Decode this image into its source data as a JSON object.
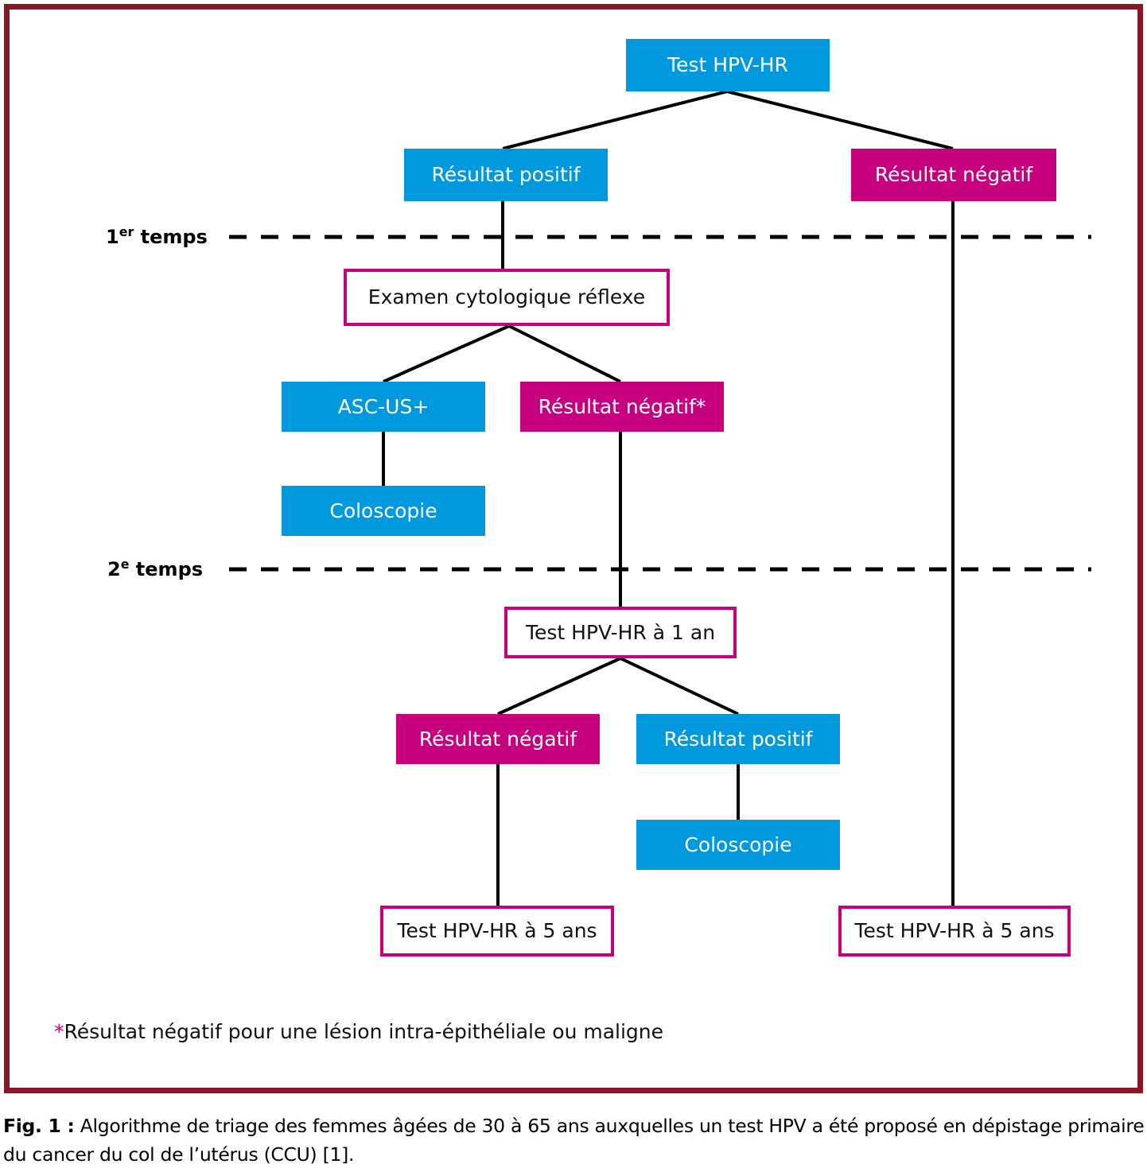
{
  "figure": {
    "caption_label": "Fig. 1 :",
    "caption_text": " Algorithme de triage des femmes âgées de 30 à 65 ans auxquelles un test HPV a été proposé en dépistage primaire du cancer du col de l’utérus (CCU) [1].",
    "footnote_star": "*",
    "footnote_text": "Résultat négatif pour une lésion intra-épithéliale ou maligne"
  },
  "colors": {
    "frame": "#8c1526",
    "blue": "#0099dd",
    "pink": "#c6007e",
    "connector": "#000000",
    "text_on_fill": "#ffffff",
    "text_dark": "#111111"
  },
  "phases": [
    {
      "id": "phase-1",
      "number": "1",
      "ordinal": "er",
      "word": " temps"
    },
    {
      "id": "phase-2",
      "number": "2",
      "ordinal": "e",
      "word": " temps"
    }
  ],
  "nodes": {
    "test_hpv_hr": "Test HPV-HR",
    "result_positive_top": "Résultat positif",
    "result_negative_top": "Résultat négatif",
    "reflex_cytology": "Examen cytologique réflexe",
    "asc_us_plus": "ASC-US+",
    "result_negative_star": "Résultat négatif*",
    "colposcopy_left": "Coloscopie",
    "test_hpv_1_year": "Test HPV-HR à 1 an",
    "result_negative_mid": "Résultat négatif",
    "result_positive_mid": "Résultat positif",
    "colposcopy_right": "Coloscopie",
    "test_hpv_5_years_left": "Test HPV-HR à 5 ans",
    "test_hpv_5_years_right": "Test HPV-HR à 5 ans"
  }
}
